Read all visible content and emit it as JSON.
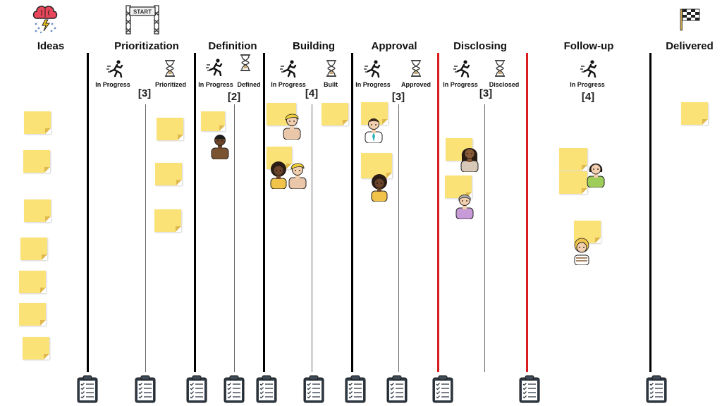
{
  "columns": [
    {
      "id": "ideas",
      "title": "Ideas"
    },
    {
      "id": "prioritization",
      "title": "Prioritization",
      "wip": "[3]",
      "sub": [
        "In Progress",
        "Prioritized"
      ]
    },
    {
      "id": "definition",
      "title": "Definition",
      "wip": "[2]",
      "sub": [
        "In Progress",
        "Defined"
      ]
    },
    {
      "id": "building",
      "title": "Building",
      "wip": "[4]",
      "sub": [
        "In Progress",
        "Built"
      ]
    },
    {
      "id": "approval",
      "title": "Approval",
      "wip": "[3]",
      "sub": [
        "In Progress",
        "Approved"
      ]
    },
    {
      "id": "disclosing",
      "title": "Disclosing",
      "wip": "[3]",
      "sub": [
        "In Progress",
        "Disclosed"
      ]
    },
    {
      "id": "followup",
      "title": "Follow-up",
      "wip": "[4]",
      "sub": [
        "In Progress"
      ]
    },
    {
      "id": "delivered",
      "title": "Delivered"
    }
  ],
  "icons": {
    "ideas": "brain-storm-icon",
    "start": "start-gate-icon",
    "delivered": "checkered-flag-icon",
    "in_progress": "running-person-icon",
    "done": "hourglass-icon",
    "checklist": "clipboard-checklist-icon"
  },
  "colors": {
    "note": "#fbe277",
    "divider": "#000000",
    "divider_highlight": "#d81e1e"
  },
  "start_sign": "START"
}
